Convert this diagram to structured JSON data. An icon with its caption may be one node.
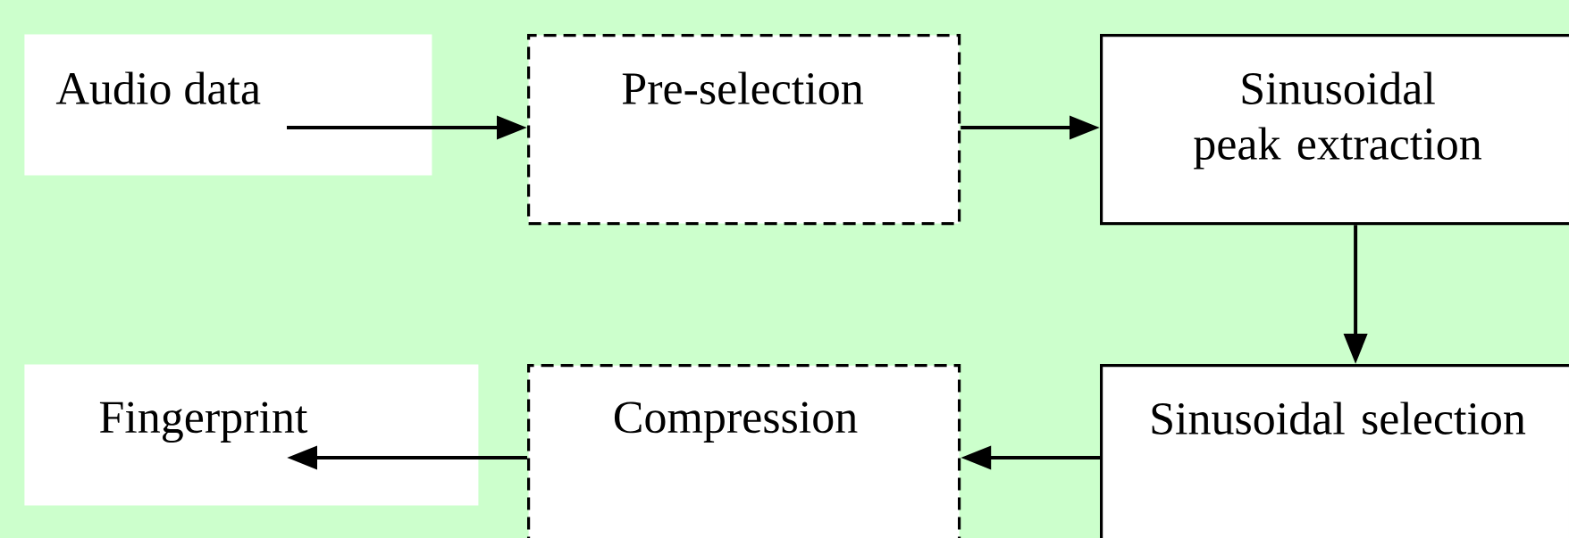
{
  "diagram": {
    "nodes": [
      {
        "text": [
          "Audio data"
        ]
      },
      {
        "text": [
          "Pre-selection"
        ]
      },
      {
        "text": [
          "Sinusoidal peak extraction"
        ]
      },
      {
        "text": [
          "Fingerprint"
        ]
      },
      {
        "text": [
          "Compression"
        ]
      },
      {
        "text": [
          "Sinusoidal selection"
        ]
      }
    ],
    "edges": [
      {
        "from": 0,
        "to": 1,
        "arrow": "to"
      },
      {
        "from": 1,
        "to": 2,
        "arrow": "to"
      },
      {
        "from": 2,
        "to": 5,
        "arrow": "to"
      },
      {
        "from": 5,
        "to": 4,
        "arrow": "to"
      },
      {
        "from": 4,
        "to": 3,
        "arrow": "to"
      }
    ]
  }
}
